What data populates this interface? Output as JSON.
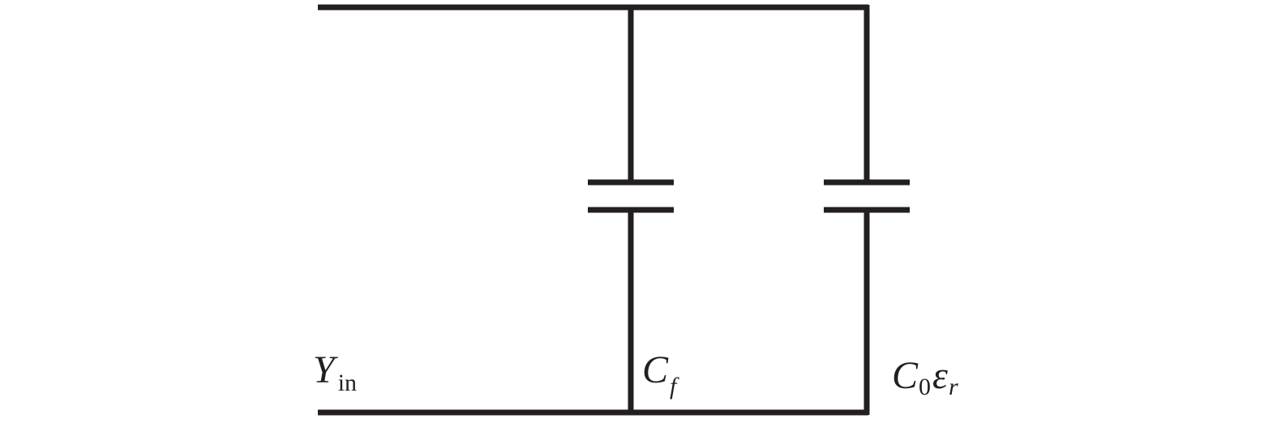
{
  "diagram": {
    "type": "circuit",
    "colors": {
      "line": "#231f20",
      "background": "#ffffff"
    },
    "labels": {
      "input_admittance": {
        "main": "Y",
        "sub": "in"
      },
      "capacitor_1": {
        "main": "C",
        "sub": "f"
      },
      "capacitor_2": {
        "main": "C",
        "sub": "0",
        "tail": "ε",
        "tail_sub": "r"
      }
    }
  }
}
